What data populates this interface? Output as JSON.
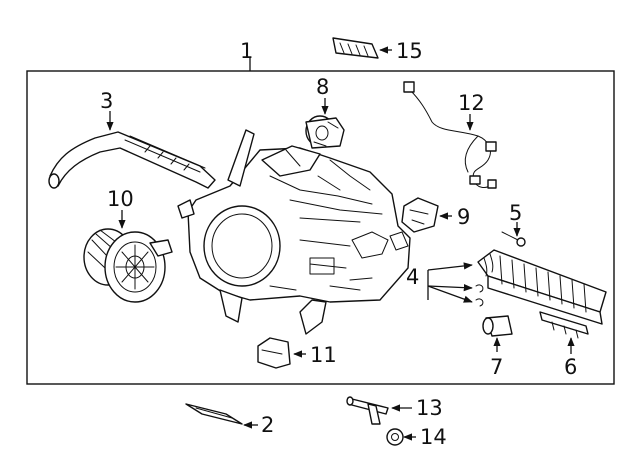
{
  "callouts": {
    "c1": "1",
    "c2": "2",
    "c3": "3",
    "c4": "4",
    "c5": "5",
    "c6": "6",
    "c7": "7",
    "c8": "8",
    "c9": "9",
    "c10": "10",
    "c11": "11",
    "c12": "12",
    "c13": "13",
    "c14": "14",
    "c15": "15"
  },
  "colors": {
    "ink": "#111111",
    "paper": "#ffffff"
  }
}
